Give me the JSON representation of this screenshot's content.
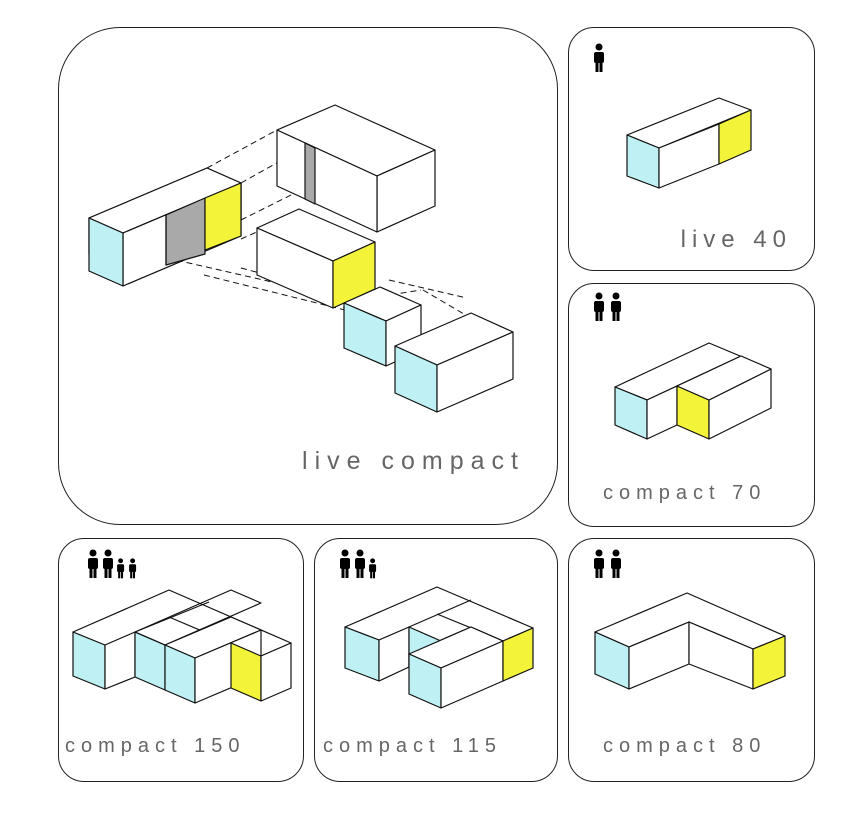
{
  "colors": {
    "window_blue": "#bff0f4",
    "window_yellow": "#f3f33a",
    "shadow_gray": "#a9a9a9",
    "stroke": "#111111",
    "label": "#666666"
  },
  "cards": {
    "main": {
      "label": "live compact",
      "people": []
    },
    "c40": {
      "label": "live 40",
      "people": [
        "adult-icon"
      ]
    },
    "c70": {
      "label": "compact 70",
      "people": [
        "adult-icon",
        "adult-icon"
      ]
    },
    "c150": {
      "label": "compact 150",
      "people": [
        "adult-icon",
        "adult-icon",
        "child-icon",
        "child-icon"
      ]
    },
    "c115": {
      "label": "compact 115",
      "people": [
        "adult-icon",
        "adult-icon",
        "child-icon"
      ]
    },
    "c80": {
      "label": "compact 80",
      "people": [
        "adult-icon",
        "adult-icon"
      ]
    }
  }
}
